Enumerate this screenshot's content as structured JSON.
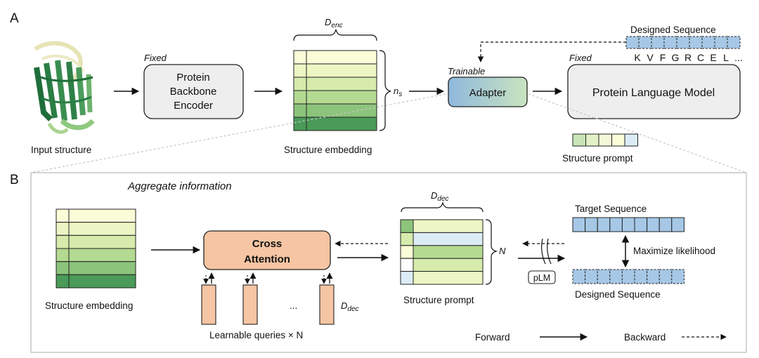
{
  "panel_a": {
    "label": "A",
    "input_structure_label": "Input structure",
    "encoder": {
      "tag": "Fixed",
      "line1": "Protein",
      "line2": "Backbone",
      "line3": "Encoder"
    },
    "embedding": {
      "dim_label_main": "D",
      "dim_label_sub": "enc",
      "rows_label_main": "n",
      "rows_label_sub": "s",
      "caption": "Structure embedding"
    },
    "adapter": {
      "tag": "Trainable",
      "label": "Adapter"
    },
    "plm": {
      "tag": "Fixed",
      "label": "Protein Language Model"
    },
    "designed_sequence": {
      "title": "Designed Sequence",
      "letters": [
        "K",
        "V",
        "F",
        "G",
        "R",
        "C",
        "E",
        "L",
        "..."
      ]
    },
    "structure_prompt_caption": "Structure prompt"
  },
  "panel_b": {
    "label": "B",
    "title": "Aggregate information",
    "embedding_caption": "Structure embedding",
    "cross_attention": {
      "line1": "Cross",
      "line2": "Attention"
    },
    "queries_caption": "Learnable queries × N",
    "ellipsis": "...",
    "query_dim_main": "D",
    "query_dim_sub": "dec",
    "prompt": {
      "dim_main": "D",
      "dim_sub": "dec",
      "rows_label": "N",
      "caption": "Structure prompt"
    },
    "plm_tag": "pLM",
    "target_sequence": "Target Sequence",
    "maximize": "Maximize likelihood",
    "designed_sequence": "Designed Sequence",
    "legend": {
      "forward": "Forward",
      "backward": "Backward"
    }
  },
  "colors": {
    "green_ramp": [
      "#fbfcd8",
      "#eef5c4",
      "#d6ebac",
      "#b4da92",
      "#8cc47c",
      "#4a9a58"
    ],
    "box_fill": "#eeeeee",
    "cross_attention_fill": "#f6c5a3",
    "sequence_blue": "#a6c8e6",
    "adapter_from": "#8fb8dc",
    "adapter_to": "#c9e4bf"
  }
}
